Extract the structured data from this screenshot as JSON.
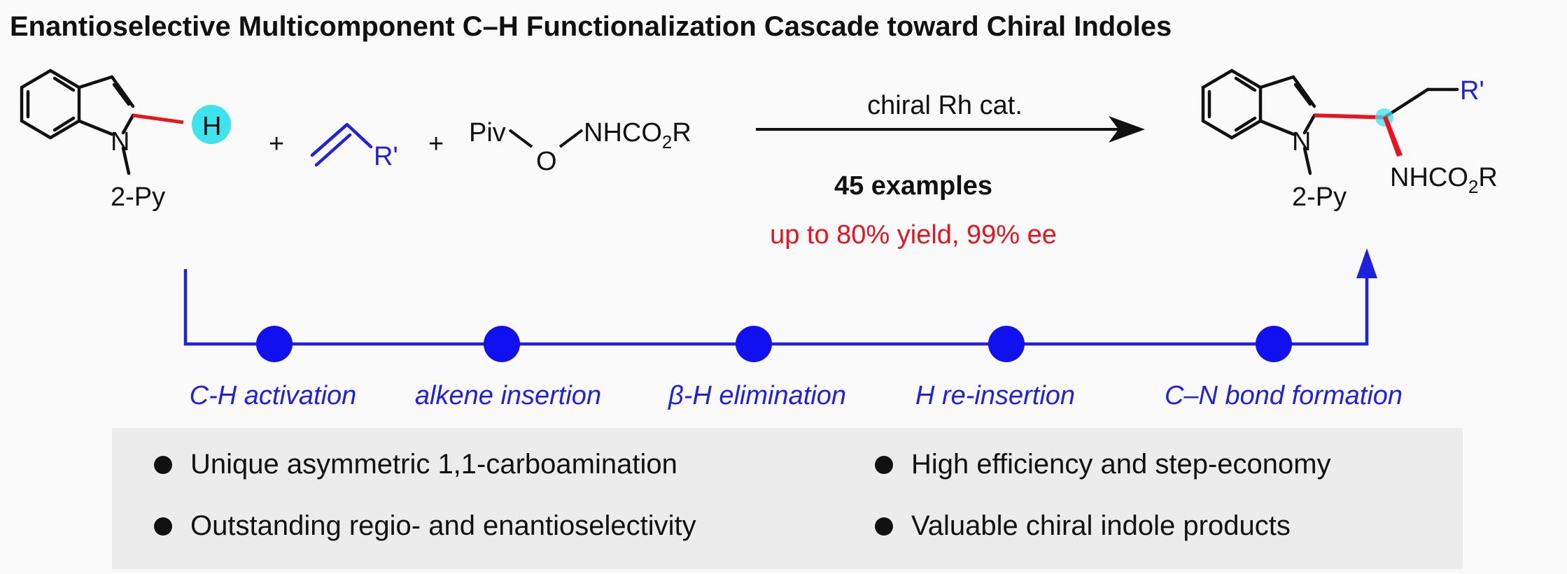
{
  "title": "Enantioselective Multicomponent C–H Functionalization Cascade toward Chiral Indoles",
  "reactants": {
    "indole_h": "H",
    "indole_n": "N",
    "indole_sub": "2-Py",
    "plus1": "+",
    "alkene_r": "R'",
    "plus2": "+",
    "piv": "Piv",
    "o": "O",
    "nhco2r_main": "NHCO",
    "nhco2r_sub": "2",
    "nhco2r_end": "R"
  },
  "conditions": {
    "catalyst": "chiral Rh cat.",
    "examples": "45 examples",
    "yield": "up to 80% yield, 99% ee"
  },
  "product": {
    "n": "N",
    "sub": "2-Py",
    "r_prime": "R'",
    "nhco2r_main": "NHCO",
    "nhco2r_sub": "2",
    "nhco2r_end": "R"
  },
  "steps": [
    "C-H activation",
    "alkene insertion",
    "β-H elimination",
    "H re-insertion",
    "C–N bond formation"
  ],
  "features": [
    "Unique asymmetric 1,1-carboamination",
    "Outstanding regio- and enantioselectivity",
    "High efficiency and step-economy",
    "Valuable chiral indole products"
  ],
  "colors": {
    "blue": "#2020e0",
    "red": "#e8141e",
    "cyan": "#3fe3ee",
    "dot_blue": "#1010f0"
  }
}
